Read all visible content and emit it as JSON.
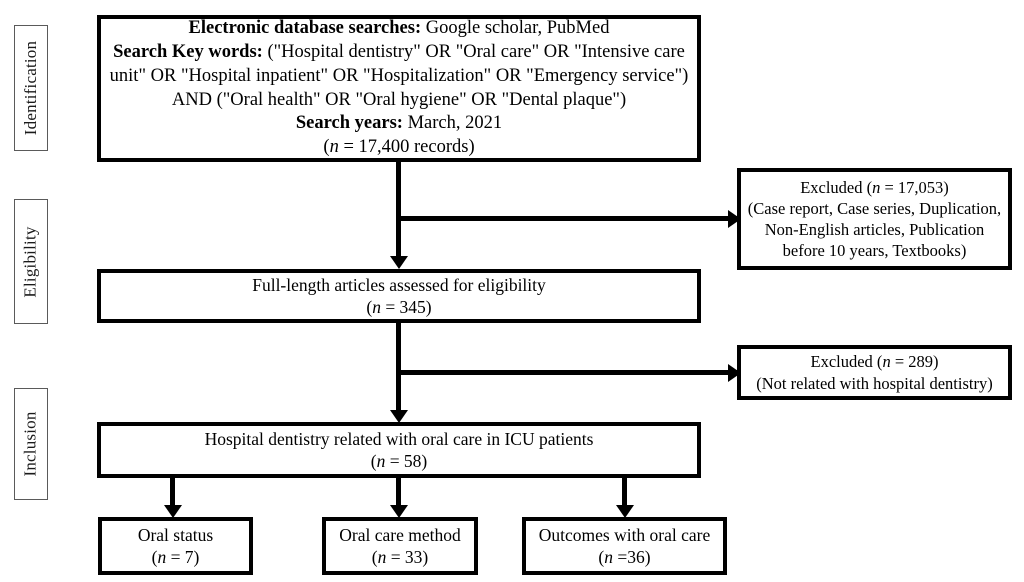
{
  "diagram": {
    "title": "PRISMA study selection flow diagram",
    "stages": [
      {
        "id": "identification",
        "label": "Identification"
      },
      {
        "id": "eligibility",
        "label": "Eligibility"
      },
      {
        "id": "inclusion",
        "label": "Inclusion"
      }
    ],
    "nodes": {
      "search": {
        "lines": [
          {
            "bold": "Electronic database searches:",
            "rest": " Google scholar, PubMed"
          },
          {
            "bold": "Search Key words:",
            "rest": " (\"Hospital dentistry\" OR \"Oral care\" OR \"Intensive care"
          },
          {
            "bold": "",
            "rest": "unit\" OR \"Hospital inpatient\" OR \"Hospitalization\" OR \"Emergency service\")"
          },
          {
            "bold": "",
            "rest": "AND (\"Oral health\" OR \"Oral hygiene\" OR \"Dental plaque\")"
          },
          {
            "bold": "Search years:",
            "rest": " March, 2021"
          }
        ],
        "count_prefix": "(",
        "count_symbol": "n",
        "count_value": " = 17,400 records)"
      },
      "excluded_1": {
        "heading_prefix": "Excluded (",
        "heading_symbol": "n",
        "heading_value": " = 17,053)",
        "reason_lines": [
          "(Case report, Case series, Duplication,",
          "Non-English articles, Publication",
          "before 10 years, Textbooks)"
        ]
      },
      "eligibility_articles": {
        "title": "Full-length articles assessed for eligibility",
        "count_prefix": "(",
        "count_symbol": "n",
        "count_value": " = 345)"
      },
      "excluded_2": {
        "heading_prefix": "Excluded (",
        "heading_symbol": "n",
        "heading_value": " = 289)",
        "reason_lines": [
          "(Not related with hospital dentistry)"
        ]
      },
      "included": {
        "title": "Hospital dentistry related with oral care in ICU patients",
        "count_prefix": "(",
        "count_symbol": "n",
        "count_value": " = 58)"
      },
      "outcome_1": {
        "title": "Oral status",
        "count_prefix": "(",
        "count_symbol": "n",
        "count_value": " = 7)"
      },
      "outcome_2": {
        "title": "Oral care method",
        "count_prefix": "(",
        "count_symbol": "n",
        "count_value": " = 33)"
      },
      "outcome_3": {
        "title": "Outcomes with oral care",
        "count_prefix": "(",
        "count_symbol": "n",
        "count_value": " =36)"
      }
    },
    "colors": {
      "node_border": "#000000",
      "stage_border": "#5a5a5a",
      "connector": "#000000",
      "background": "#ffffff",
      "text": "#000000"
    }
  }
}
